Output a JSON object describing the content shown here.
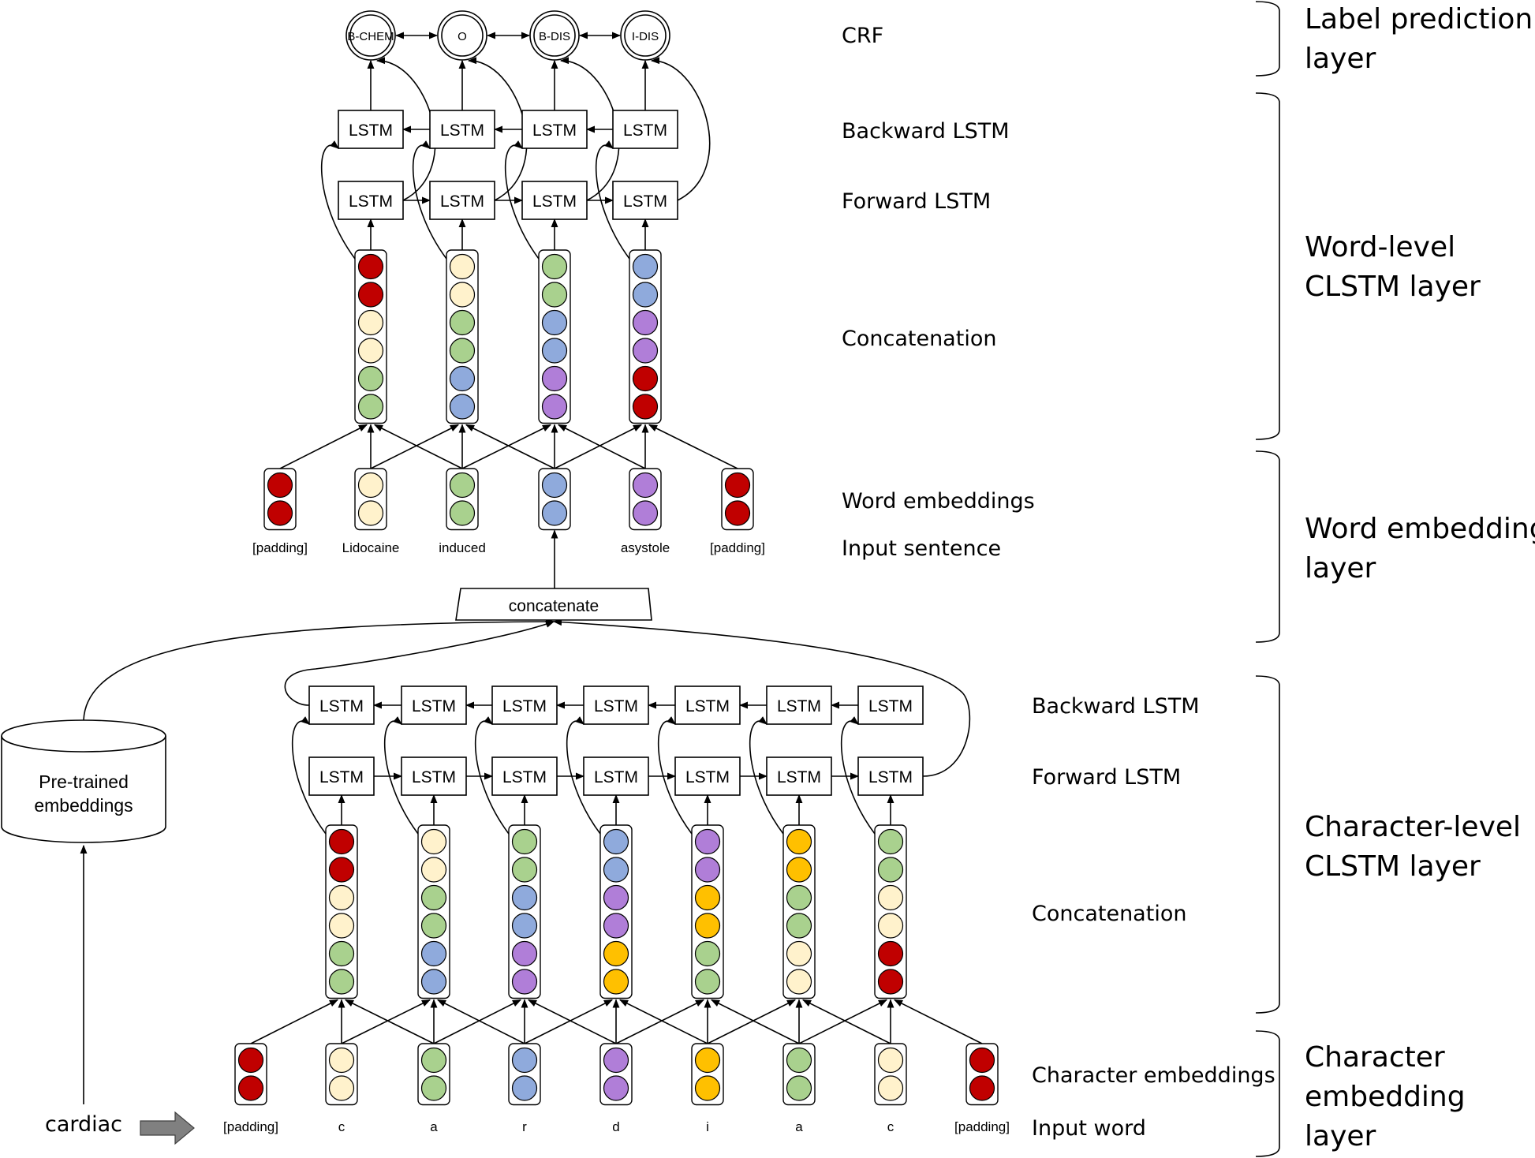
{
  "colors": {
    "red": "#c00000",
    "cream": "#fff2cc",
    "green": "#a9d18e",
    "blue": "#8faadc",
    "purple": "#b07ed8",
    "orange": "#ffc000",
    "stroke": "#000000",
    "arrow_fill": "#808080"
  },
  "crf_labels": [
    "B-CHEM",
    "O",
    "B-DIS",
    "I-DIS"
  ],
  "word_lstm_label": "LSTM",
  "char_lstm_label": "LSTM",
  "concatenate_label": "concatenate",
  "pretrained_label": [
    "Pre-trained",
    "embeddings"
  ],
  "input_word_text": "cardiac",
  "word_tokens": [
    "[padding]",
    "Lidocaine",
    "induced",
    "",
    "asystole",
    "[padding]"
  ],
  "word_embedding_colors": [
    "red",
    "cream",
    "green",
    "blue",
    "purple",
    "red"
  ],
  "word_concat_colors": [
    [
      "red",
      "red",
      "cream",
      "cream",
      "green",
      "green"
    ],
    [
      "cream",
      "cream",
      "green",
      "green",
      "blue",
      "blue"
    ],
    [
      "green",
      "green",
      "blue",
      "blue",
      "purple",
      "purple"
    ],
    [
      "blue",
      "blue",
      "purple",
      "purple",
      "red",
      "red"
    ]
  ],
  "char_tokens": [
    "[padding]",
    "c",
    "a",
    "r",
    "d",
    "i",
    "a",
    "c",
    "[padding]"
  ],
  "char_embedding_colors": [
    "red",
    "cream",
    "green",
    "blue",
    "purple",
    "orange",
    "green",
    "cream",
    "red"
  ],
  "char_concat_colors": [
    [
      "red",
      "red",
      "cream",
      "cream",
      "green",
      "green"
    ],
    [
      "cream",
      "cream",
      "green",
      "green",
      "blue",
      "blue"
    ],
    [
      "green",
      "green",
      "blue",
      "blue",
      "purple",
      "purple"
    ],
    [
      "blue",
      "blue",
      "purple",
      "purple",
      "orange",
      "orange"
    ],
    [
      "purple",
      "purple",
      "orange",
      "orange",
      "green",
      "green"
    ],
    [
      "orange",
      "orange",
      "green",
      "green",
      "cream",
      "cream"
    ],
    [
      "green",
      "green",
      "cream",
      "cream",
      "red",
      "red"
    ]
  ],
  "row_labels": {
    "crf": "CRF",
    "word_backward": "Backward LSTM",
    "word_forward": "Forward LSTM",
    "word_concat": "Concatenation",
    "word_embeddings": "Word embeddings",
    "input_sentence": "Input sentence",
    "char_backward": "Backward LSTM",
    "char_forward": "Forward LSTM",
    "char_concat": "Concatenation",
    "char_embeddings": "Character embeddings",
    "input_word": "Input word"
  },
  "layer_labels": {
    "label_prediction": [
      "Label prediction",
      "layer"
    ],
    "word_clstm": [
      "Word-level",
      "CLSTM layer"
    ],
    "word_embedding": [
      "Word embedding",
      "layer"
    ],
    "char_clstm": [
      "Character-level",
      "CLSTM layer"
    ],
    "char_embedding": [
      "Character",
      "embedding",
      "layer"
    ]
  }
}
